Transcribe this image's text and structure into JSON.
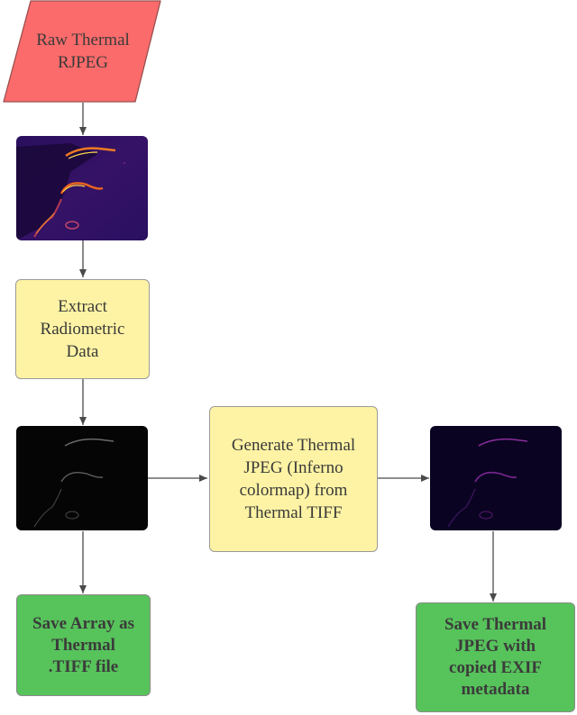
{
  "nodes": {
    "raw_input": "Raw Thermal\nRJPEG",
    "extract": "Extract\nRadiometric\nData",
    "generate": "Generate Thermal\nJPEG (Inferno\ncolormap) from\nThermal TIFF",
    "save_tiff": "Save Array as\nThermal\n.TIFF file",
    "save_jpeg": "Save Thermal\nJPEG with\ncopied EXIF\nmetadata"
  },
  "colors": {
    "input_fill": "#fb6b6b",
    "process_fill": "#fef3a4",
    "output_fill": "#57c35b",
    "arrow": "#4a4a4a"
  },
  "images": {
    "thermal_raw": "inferno-thermal-image",
    "thermal_gray": "grayscale-thermal-array",
    "thermal_generated": "dark-inferno-thermal-image"
  }
}
